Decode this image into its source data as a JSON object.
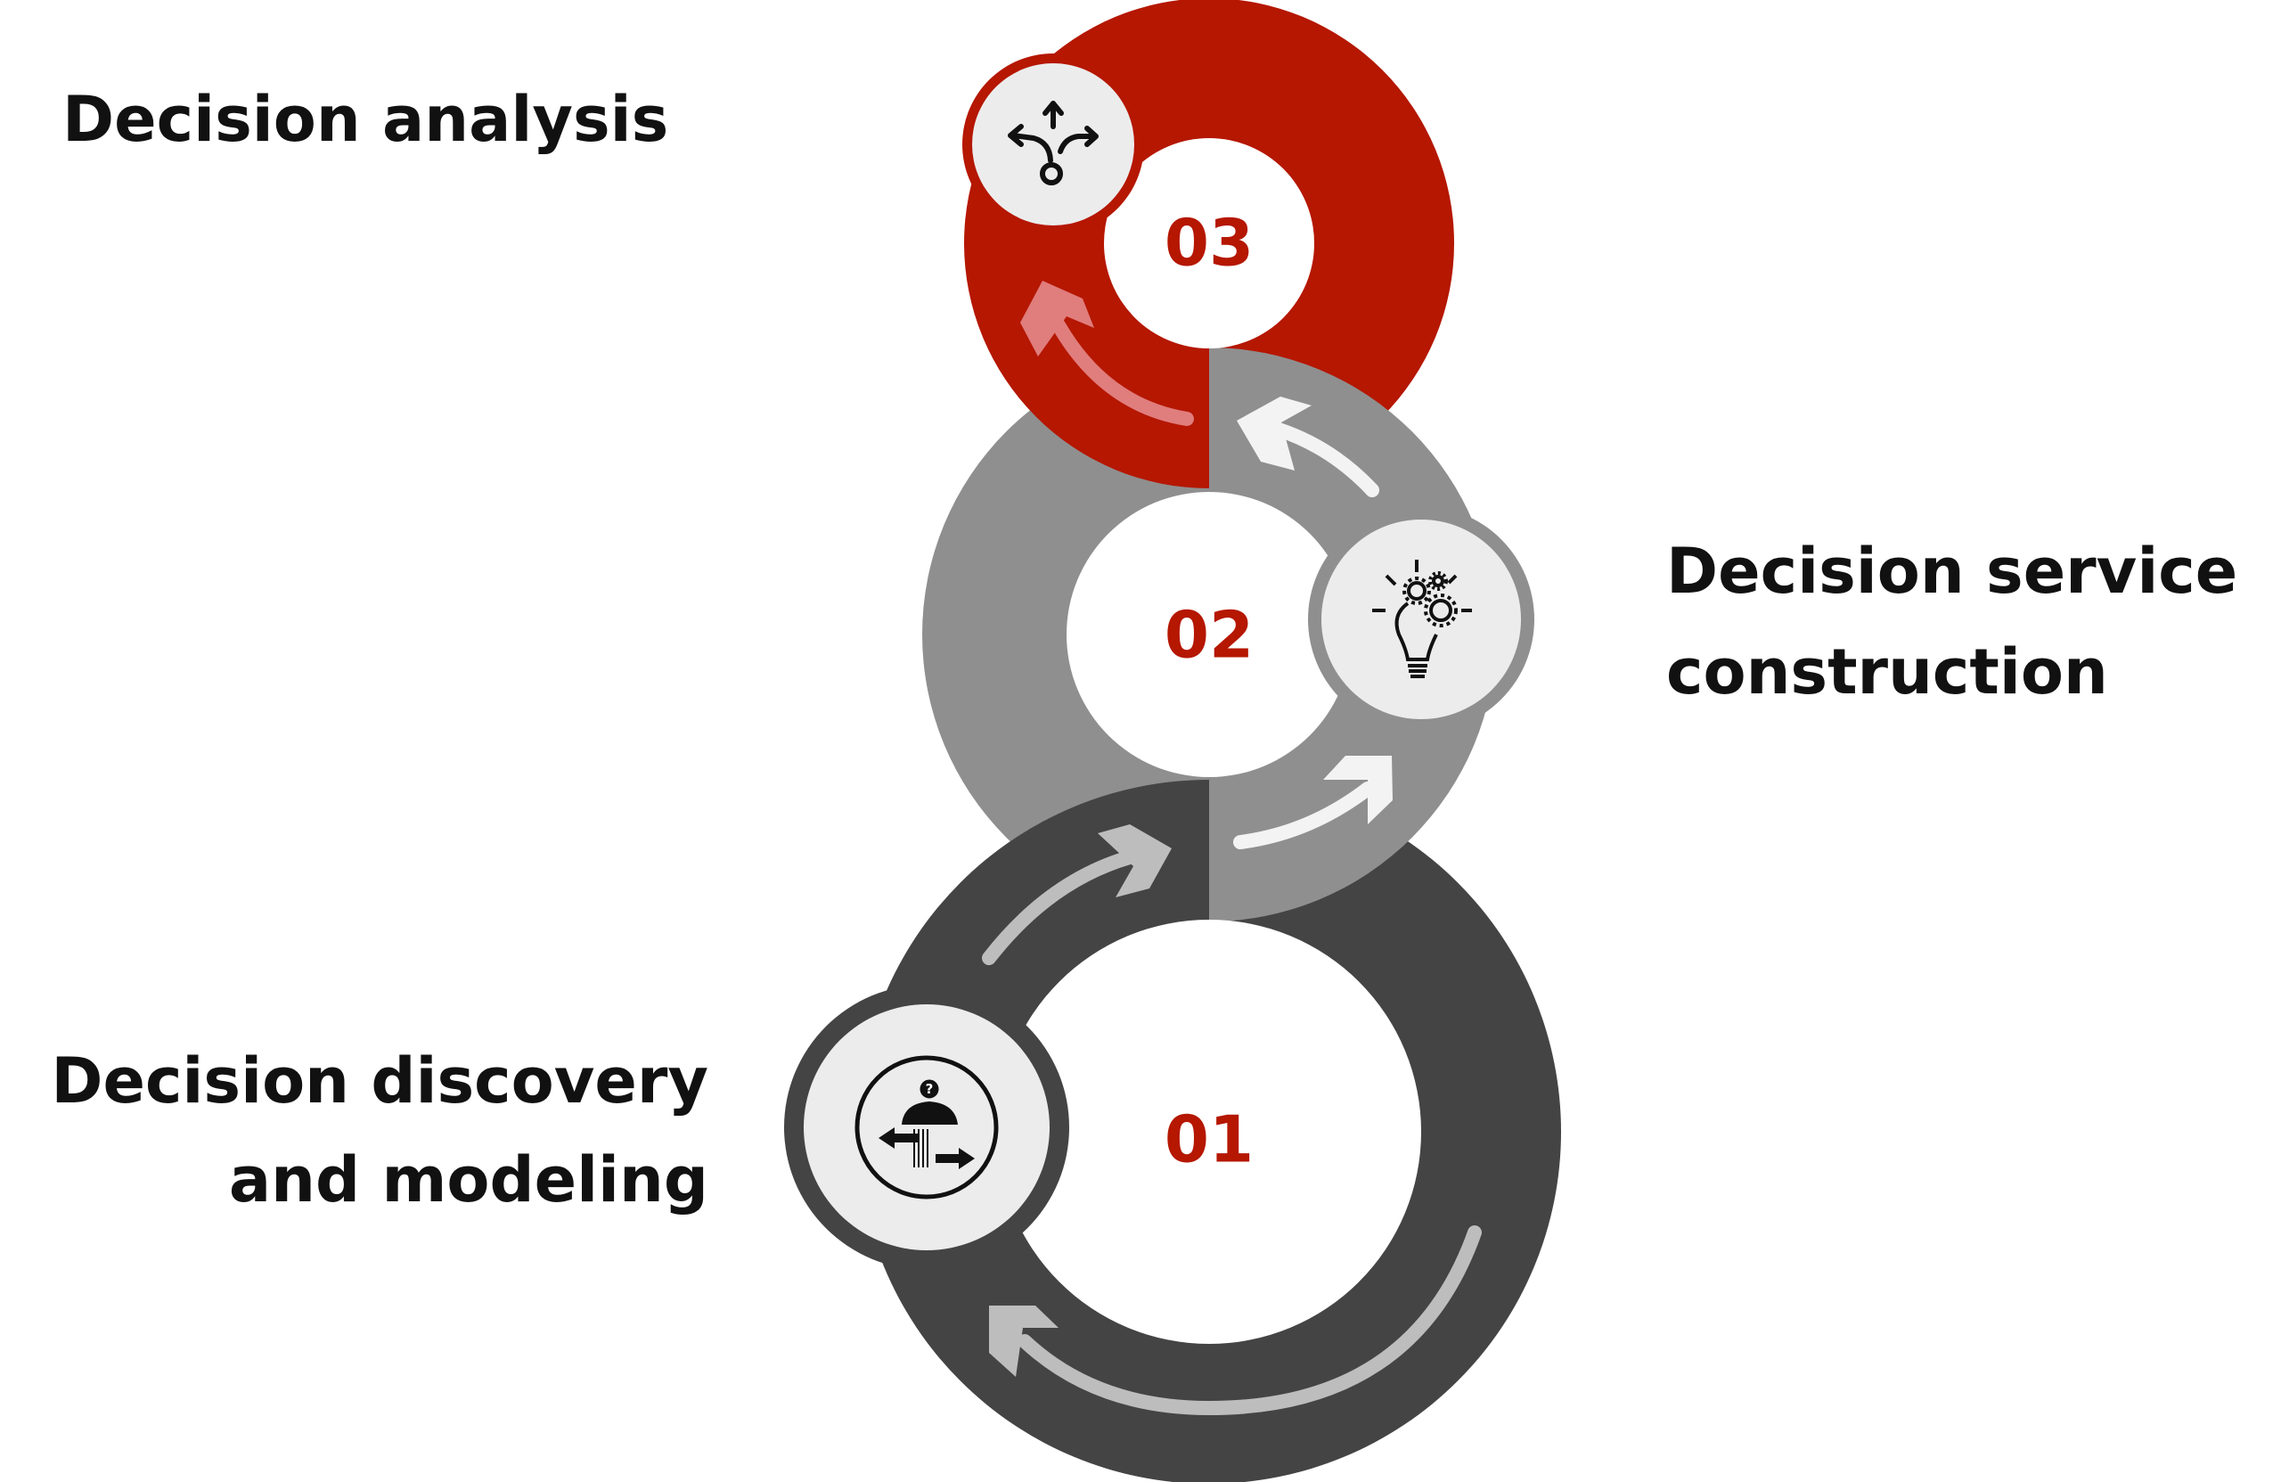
{
  "colors": {
    "stage1": "#444444",
    "stage2": "#8f8f8f",
    "stage3": "#b51700",
    "number": "#b51700",
    "badge_fill": "#ececec",
    "arrow_on_dark": "#bdbdbd",
    "arrow_on_mid": "#f3f3f3",
    "arrow_on_red": "#e07d7d",
    "text": "#111111"
  },
  "stages": [
    {
      "number": "01",
      "label_lines": [
        "Decision discovery",
        "and modeling"
      ],
      "icon": "person-question-arrows-icon"
    },
    {
      "number": "02",
      "label_lines": [
        "Decision service",
        "construction"
      ],
      "icon": "lightbulb-gears-icon"
    },
    {
      "number": "03",
      "label_lines": [
        "Decision analysis"
      ],
      "icon": "branching-arrows-icon"
    }
  ]
}
